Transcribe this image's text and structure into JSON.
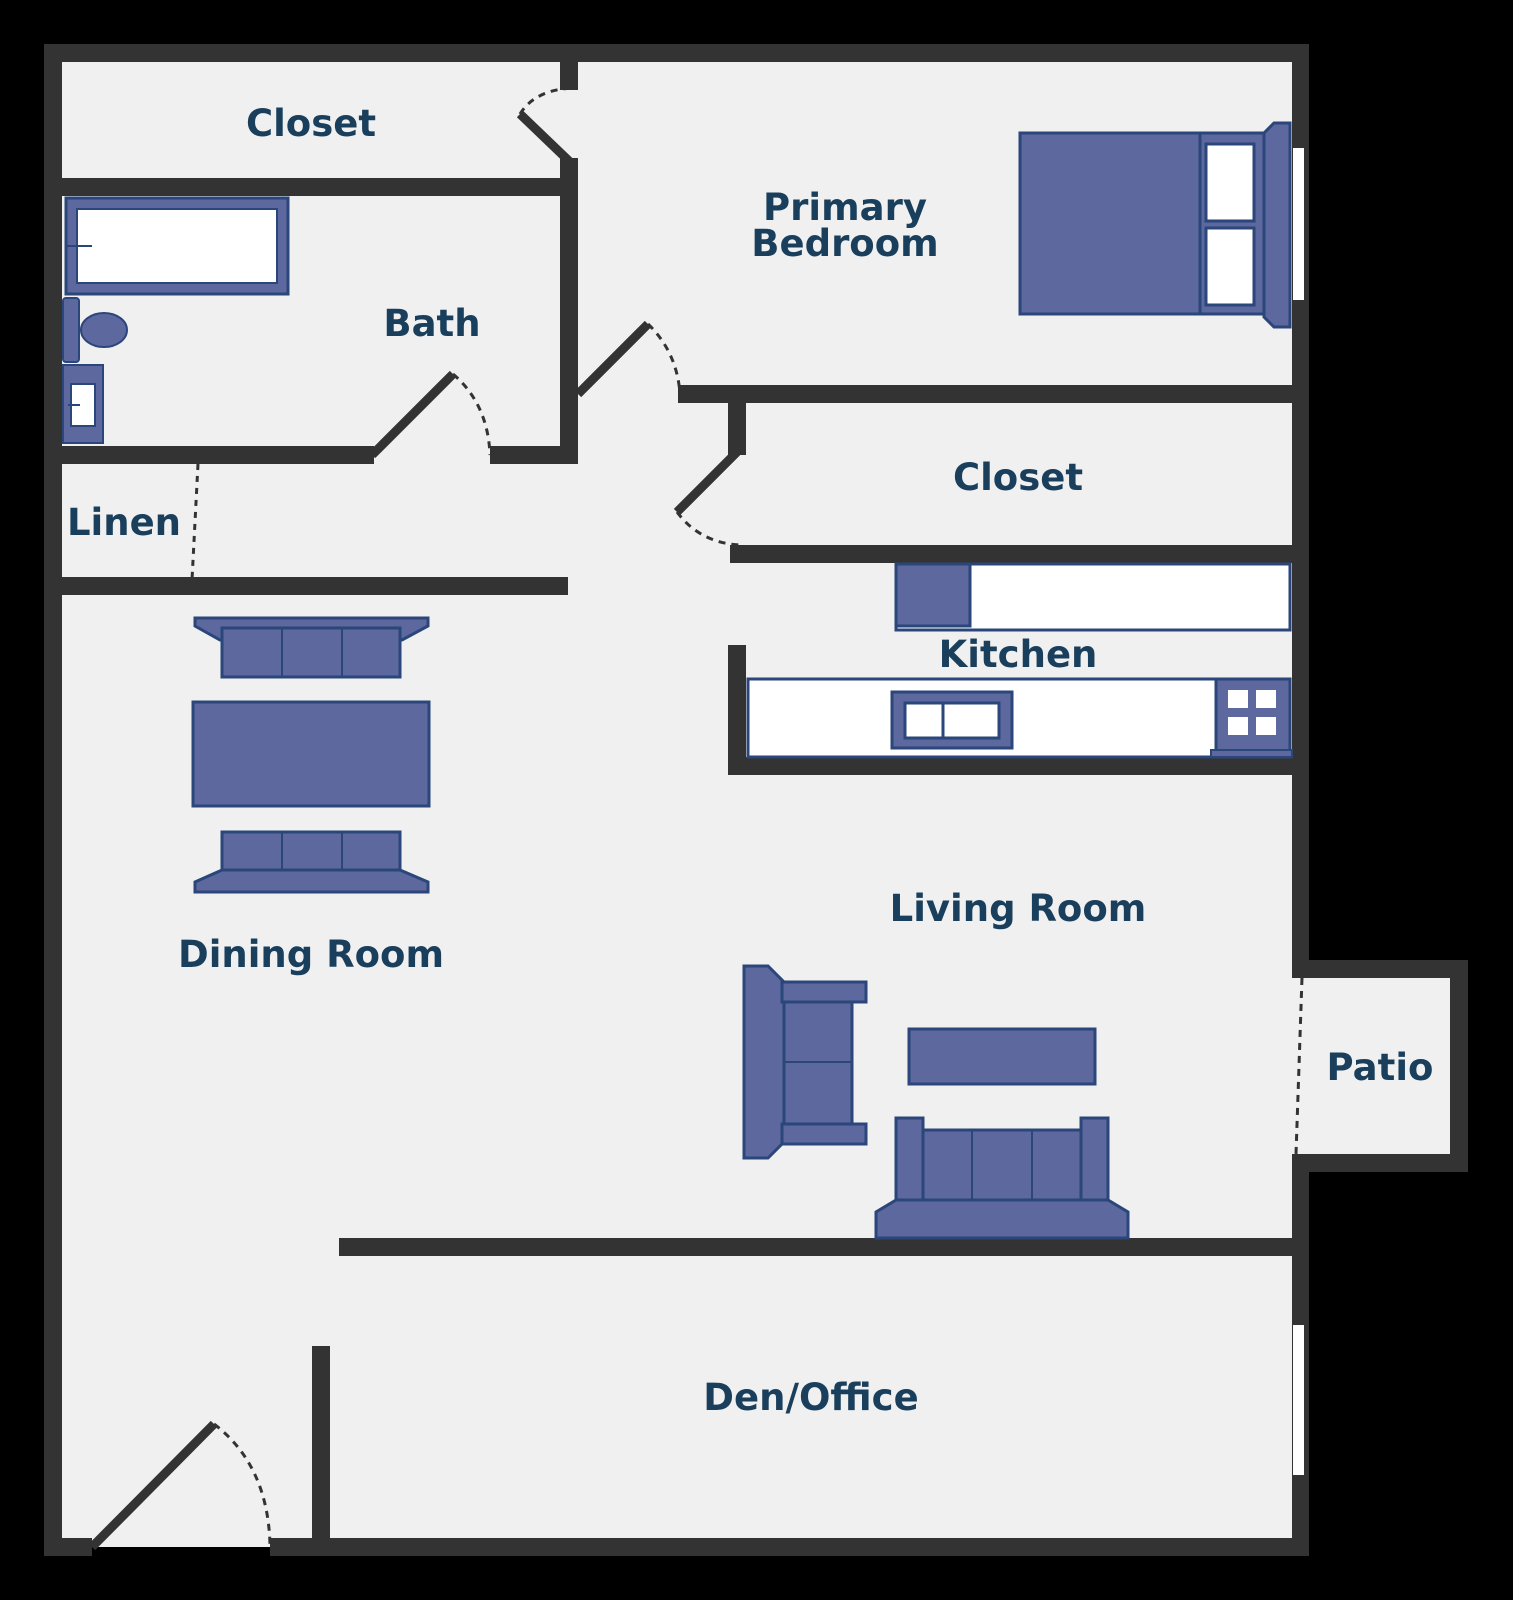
{
  "colors": {
    "background": "#000000",
    "floor": "#f0f0f0",
    "wall": "#333333",
    "furniture": "#5d689e",
    "furniture_outline": "#2b467a",
    "label": "#1a3f5c",
    "white": "#ffffff"
  },
  "rooms": {
    "closet_top": "Closet",
    "primary_bedroom_line1": "Primary",
    "primary_bedroom_line2": "Bedroom",
    "bath": "Bath",
    "closet_mid": "Closet",
    "linen": "Linen",
    "kitchen": "Kitchen",
    "dining_room": "Dining Room",
    "living_room": "Living Room",
    "patio": "Patio",
    "den_office": "Den/Office"
  },
  "furniture": [
    "bed",
    "bathtub",
    "toilet",
    "vanity",
    "dining-table",
    "dining-bench",
    "refrigerator",
    "sink",
    "stove",
    "armchair",
    "sofa",
    "coffee-table"
  ]
}
